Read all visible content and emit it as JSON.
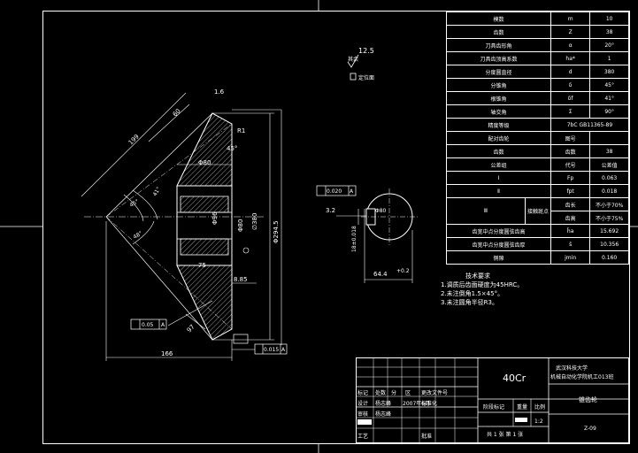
{
  "params": [
    [
      "模数",
      "m",
      "10"
    ],
    [
      "齿数",
      "Z",
      "38"
    ],
    [
      "刀具齿形角",
      "α",
      "20°"
    ],
    [
      "刀具齿顶高系数",
      "ha*",
      "1"
    ],
    [
      "分度圆直径",
      "d",
      "380"
    ],
    [
      "分锥角",
      "δ",
      "45°"
    ],
    [
      "根锥角",
      "δf",
      "41°"
    ],
    [
      "轴交角",
      "Σ",
      "90°"
    ]
  ],
  "accuracy": {
    "label": "精度等级",
    "value": "7bC GB11365-89"
  },
  "mate": {
    "label": "配对齿轮",
    "col2": "图号"
  },
  "mate_teeth": {
    "label": "齿数",
    "col2": "齿数",
    "value": "38"
  },
  "tol_group": {
    "label": "公差组",
    "col2": "代号",
    "col3": "公差值"
  },
  "tol1": {
    "label": "Ⅰ",
    "sym": "Fp",
    "val": "0.063"
  },
  "tol2": {
    "label": "Ⅱ",
    "sym": "fpt",
    "val": "0.018"
  },
  "tol3": {
    "label": "Ⅲ",
    "mid": "接触斑点",
    "r1a": "齿长",
    "r1b": "不小于70%",
    "r2a": "齿高",
    "r2b": "不小于75%"
  },
  "tooth_rows": [
    [
      "齿宽中点分度圆弦齿高",
      "h̄a",
      "15.692"
    ],
    [
      "齿宽中点分度圆弦齿厚",
      "s̄",
      "10.356"
    ],
    [
      "侧隙",
      "jmin",
      "0.160"
    ]
  ],
  "roughness": {
    "value": "12.5",
    "label": "其余"
  },
  "datum": {
    "label": "定位面"
  },
  "notes": {
    "title": "技术要求",
    "items": [
      "1.调质后齿面硬度为45HRC。",
      "2.未注倒角1.5×45°。",
      "3.未注圆角半径R3。"
    ]
  },
  "title_block": {
    "material": "40Cr",
    "school": "武汉科技大学",
    "class": "机械自动化学院机工013班",
    "part": "锥齿轮",
    "drawing_no": "Z-09",
    "scale": "1:2",
    "sheet": "共 1 张  第 1 张",
    "row1": [
      "标记",
      "处数",
      "分",
      "区",
      "更改文件号"
    ],
    "row2": [
      "设计",
      "杨志峰",
      "2007年6月",
      "标准化"
    ],
    "row3": [
      "审核",
      "杨志峰"
    ],
    "row4": [
      "工艺",
      "",
      "批准"
    ],
    "stage": "阶段标记",
    "weight": "重量",
    "scale_label": "比例"
  },
  "dims": {
    "d1": "199",
    "d2": "60",
    "d3": "1.6",
    "d4": "R1",
    "d5": "45°",
    "d6": "Φ80",
    "d7": "∅380",
    "d8": "Φ294.5",
    "d9": "Φ96",
    "d10": "Φ80",
    "d11": "75",
    "d12": "8.85",
    "d13": "166",
    "d14": "97",
    "ang1": "41°",
    "ang2": "45°",
    "ang3": "48°",
    "gt1": "0.05",
    "gt1b": "A",
    "gt2": "0.015",
    "gt2b": "A",
    "gt3": "0.020",
    "gt3b": "A",
    "kw1": "3.2",
    "kw2": "18±0.018",
    "kw3": "64.4",
    "kw4": "+0.2",
    "kw5": "Φ80"
  }
}
